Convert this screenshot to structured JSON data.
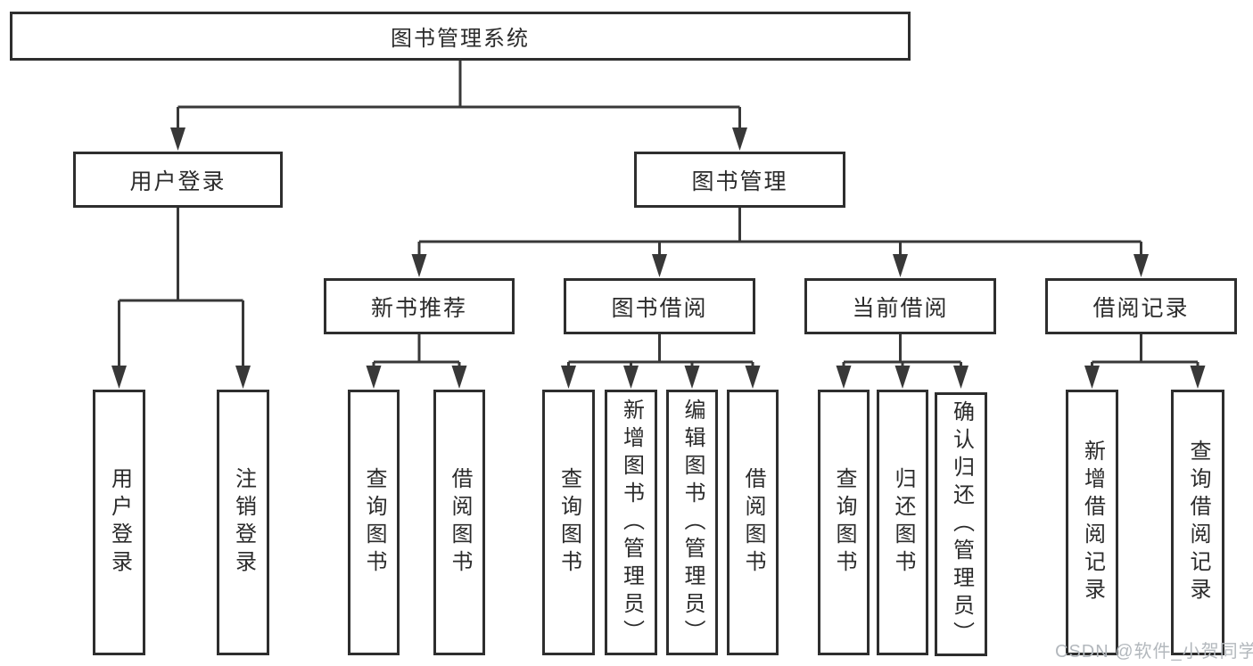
{
  "diagram": {
    "root": {
      "label": "图书管理系统",
      "children": [
        {
          "label": "用户登录",
          "children": [
            {
              "label": "用户登录"
            },
            {
              "label": "注销登录"
            }
          ]
        },
        {
          "label": "图书管理",
          "children": [
            {
              "label": "新书推荐",
              "children": [
                {
                  "label": "查询图书"
                },
                {
                  "label": "借阅图书"
                }
              ]
            },
            {
              "label": "图书借阅",
              "children": [
                {
                  "label": "查询图书"
                },
                {
                  "label": "新增图书（管理员）"
                },
                {
                  "label": "编辑图书（管理员）"
                },
                {
                  "label": "借阅图书"
                }
              ]
            },
            {
              "label": "当前借阅",
              "children": [
                {
                  "label": "查询图书"
                },
                {
                  "label": "归还图书"
                },
                {
                  "label": "确认归还（管理员）"
                }
              ]
            },
            {
              "label": "借阅记录",
              "children": [
                {
                  "label": "新增借阅记录"
                },
                {
                  "label": "查询借阅记录"
                }
              ]
            }
          ]
        }
      ]
    },
    "watermark": "CSDN @软件_小贺同学",
    "colors": {
      "line": "#383838",
      "border": "#2e2e2e",
      "text": "#2b2b2b",
      "background": "#ffffff",
      "watermark": "#b3b8bd"
    }
  }
}
